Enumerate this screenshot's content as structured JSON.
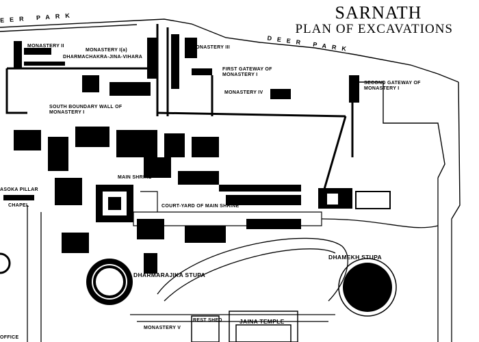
{
  "title": "SARNATH",
  "subtitle": "PLAN OF EXCAVATIONS",
  "labels": {
    "deer_park_left": "EER PARK",
    "deer_park_right": "DEER PARK",
    "monastery_2": "MONASTERY II",
    "monastery_1a": "MONASTERY I(a)",
    "dharmachakra": "DHARMACHAKRA-JINA-VIHARA",
    "monastery_3": "MONASTERY III",
    "first_gateway": "FIRST GATEWAY OF MONASTERY I",
    "second_gateway": "SECOND GATEWAY OF MONASTERY I",
    "monastery_4": "MONASTERY IV",
    "south_wall": "SOUTH BOUNDARY WALL OF MONASTERY I",
    "main_shrine": "MAIN SHRINE",
    "asoka_pillar": "ASOKA PILLAR",
    "chapel": "CHAPEL",
    "court_yard": "COURT-YARD OF MAIN SHRINE",
    "dhamekh": "DHAMEKH STUPA",
    "dharmarajika": "DHARMARAJIKA STUPA",
    "rest_shed": "REST SHED",
    "jaina_temple": "JAINA TEMPLE",
    "monastery_5": "MONASTERY V",
    "office": "OFFICE"
  }
}
